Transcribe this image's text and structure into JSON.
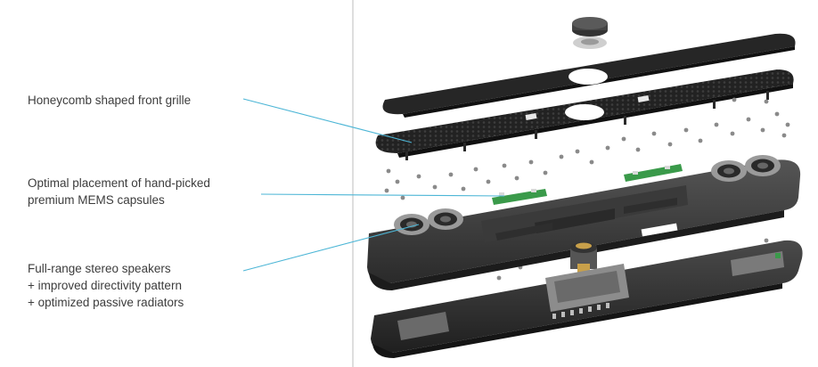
{
  "callouts": {
    "grille": {
      "lines": [
        "Honeycomb shaped front grille"
      ]
    },
    "mems": {
      "lines": [
        "Optimal placement of hand-picked",
        "premium MEMS capsules"
      ]
    },
    "speakers": {
      "lines": [
        "Full-range stereo speakers",
        "+ improved directivity pattern",
        "+ optimized passive radiators"
      ]
    }
  },
  "colors": {
    "callout_line": "#4db6d6",
    "divider": "#bdbdbd",
    "housing_dark": "#2b2b2b",
    "housing_mid": "#454545",
    "pcb_green": "#3a9a4a",
    "screw": "#8a8a8a"
  }
}
